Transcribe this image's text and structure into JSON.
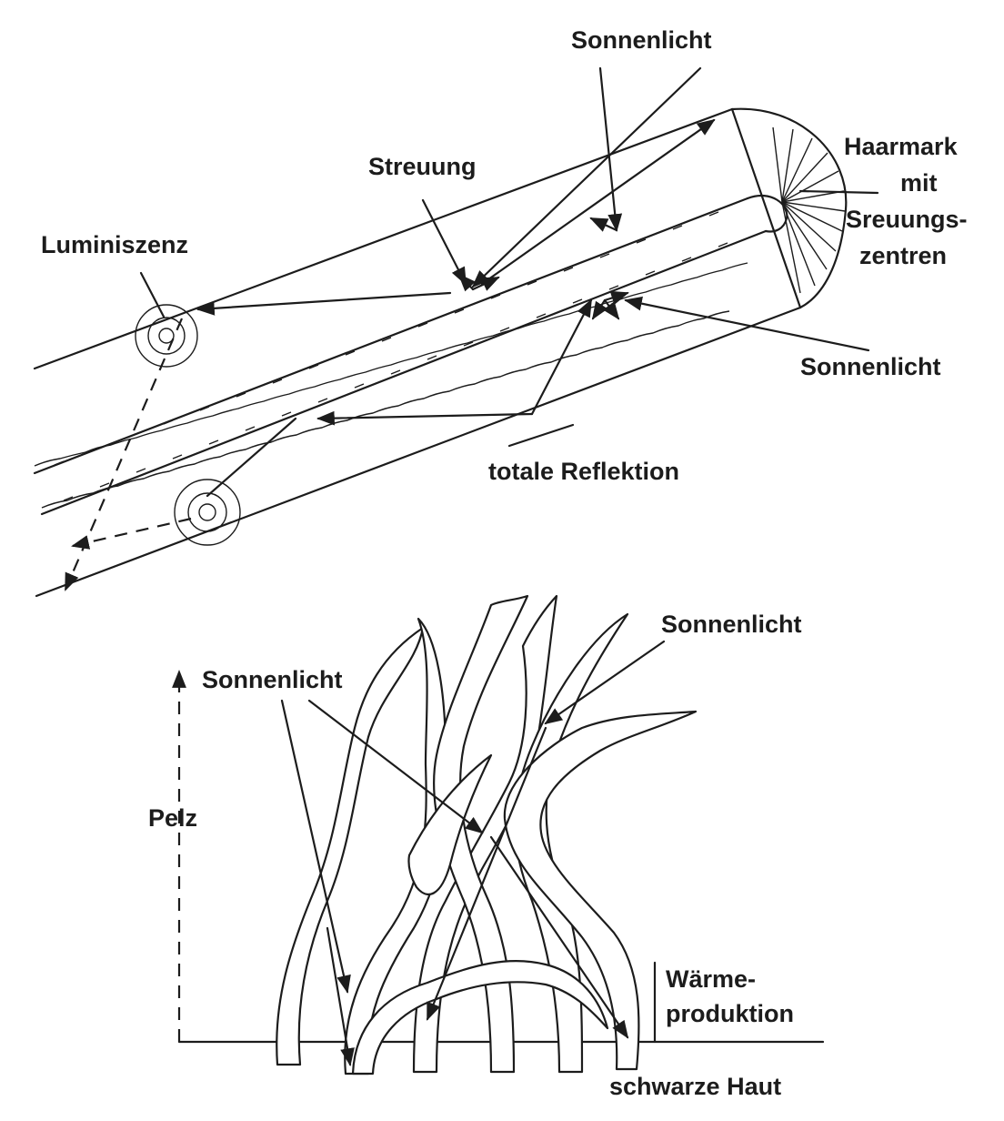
{
  "top_diagram": {
    "labels": {
      "sunlight_top": "Sonnenlicht",
      "scattering": "Streuung",
      "luminescence": "Luminiszenz",
      "medulla_line1": "Haarmark",
      "medulla_line2": "mit",
      "medulla_line3": "Sreuungs-",
      "medulla_line4": "zentren",
      "sunlight_right": "Sonnenlicht",
      "total_reflection": "totale Reflektion"
    }
  },
  "bottom_diagram": {
    "labels": {
      "sunlight_right": "Sonnenlicht",
      "sunlight_left": "Sonnenlicht",
      "fur": "Pelz",
      "heat_line1": "Wärme-",
      "heat_line2": "produktion",
      "black_skin": "schwarze Haut"
    }
  }
}
